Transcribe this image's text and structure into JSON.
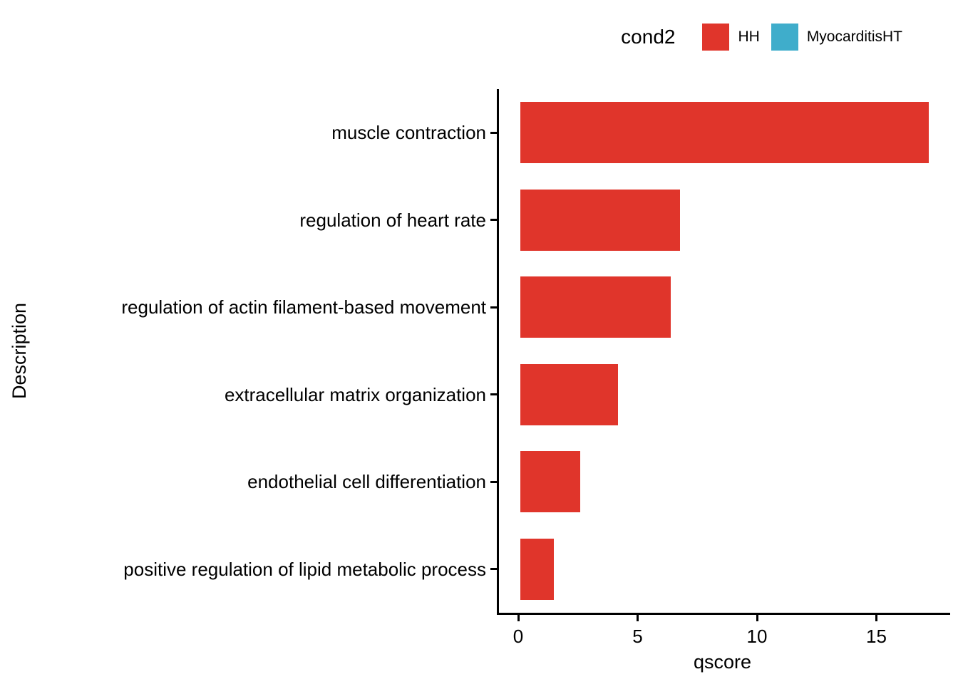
{
  "chart_data": {
    "type": "bar",
    "orientation": "horizontal",
    "title": "",
    "xlabel": "qscore",
    "ylabel": "Description",
    "xlim": [
      0,
      18
    ],
    "xticks": [
      0,
      5,
      10,
      15
    ],
    "grid": false,
    "legend": {
      "title": "cond2",
      "position": "top",
      "entries": [
        {
          "label": "HH",
          "color": "#e0352b"
        },
        {
          "label": "MyocarditisHT",
          "color": "#3fadcb"
        }
      ]
    },
    "categories": [
      "muscle contraction",
      "regulation of heart rate",
      "regulation of actin filament-based movement",
      "extracellular matrix organization",
      "endothelial cell differentiation",
      "positive regulation of lipid metabolic process"
    ],
    "series": [
      {
        "name": "HH",
        "color": "#e0352b",
        "values": [
          17.1,
          6.7,
          6.3,
          4.1,
          2.5,
          1.4
        ]
      }
    ]
  },
  "colors": {
    "axis": "#000000",
    "background": "#ffffff",
    "bar_red": "#e0352b",
    "legend_teal": "#3fadcb"
  }
}
